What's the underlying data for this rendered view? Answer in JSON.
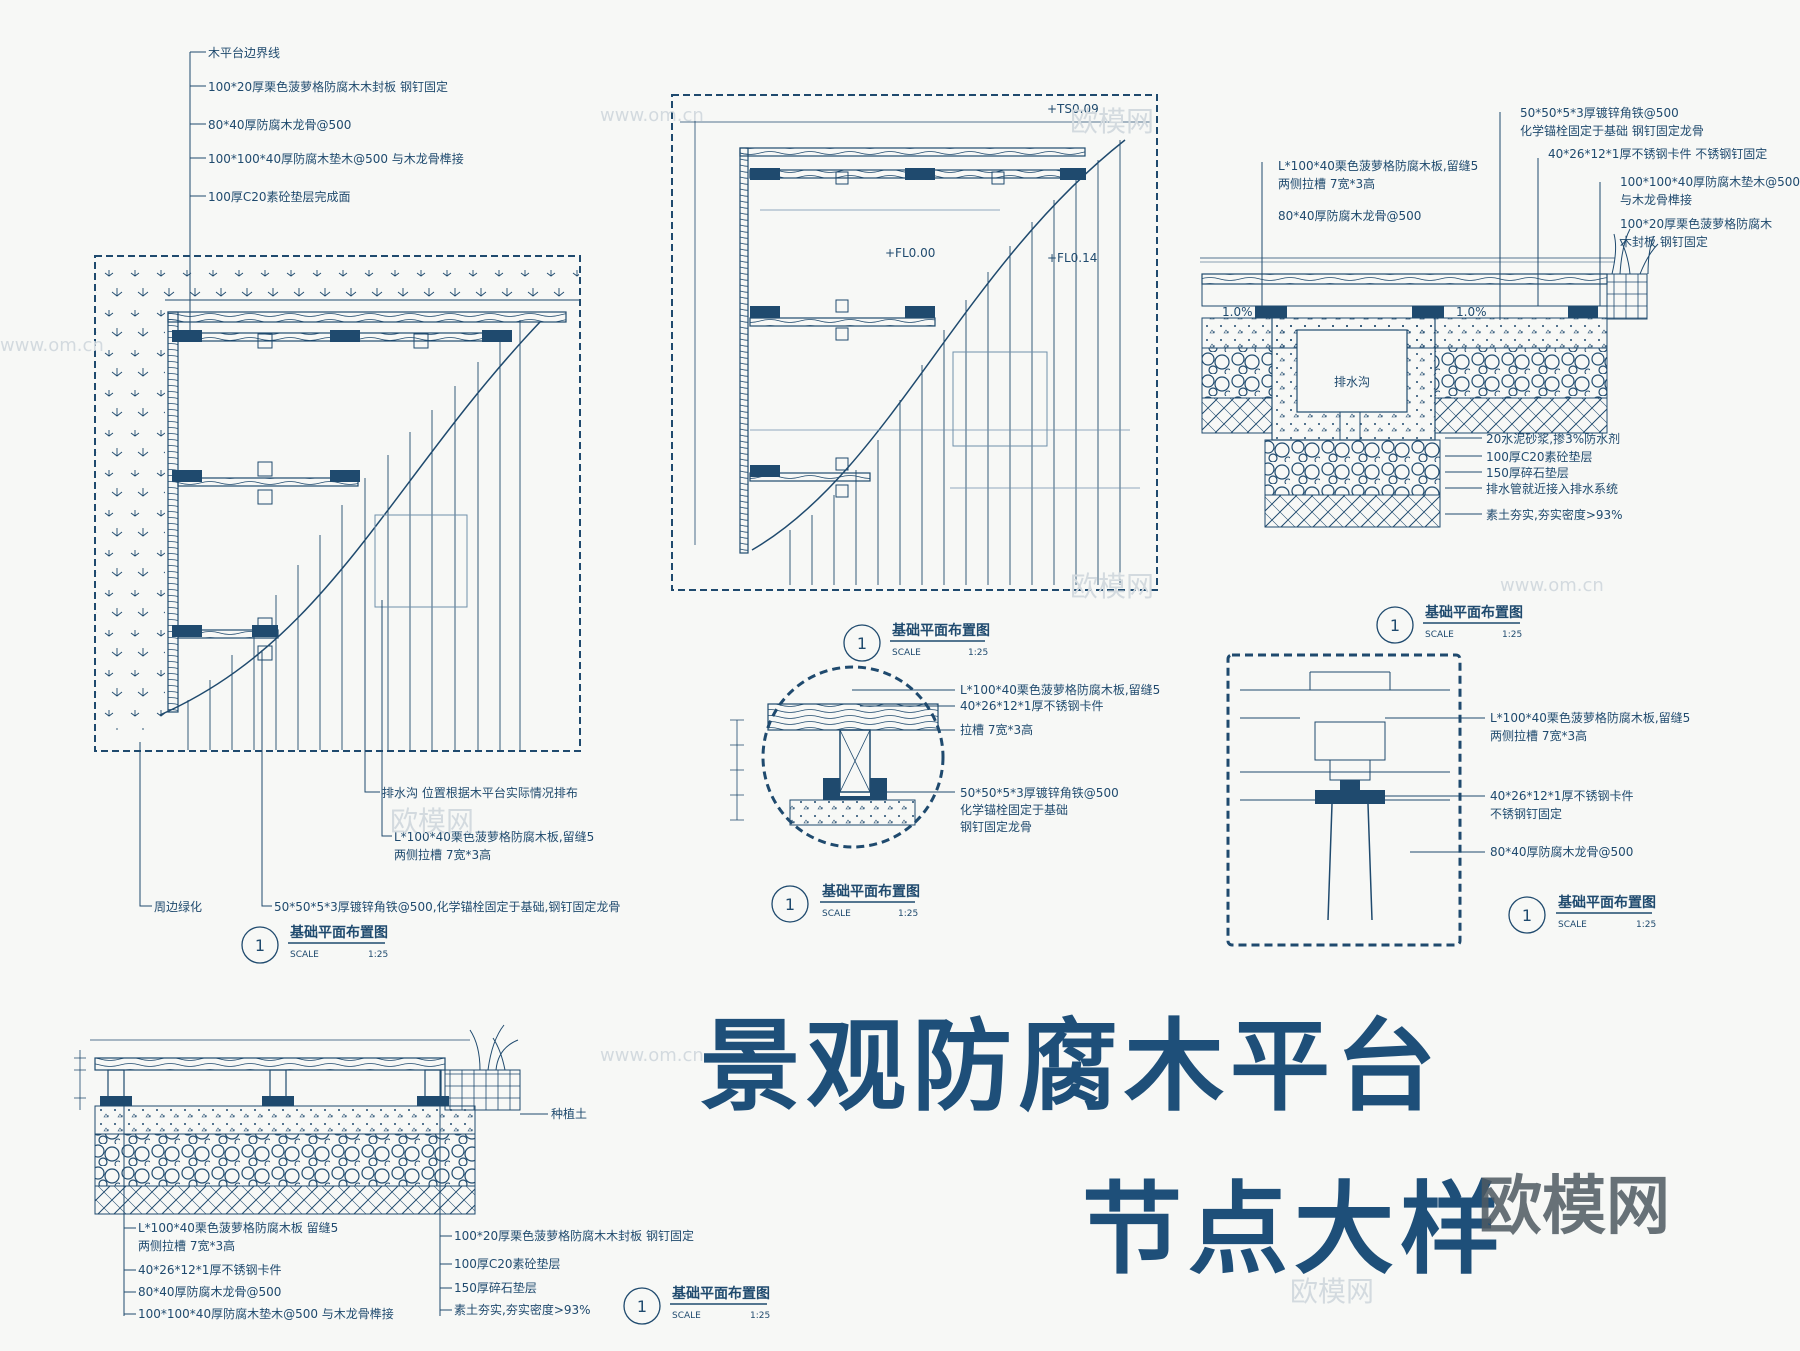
{
  "colors": {
    "line": "#1f4a6e",
    "light_line": "#6f8fab",
    "title": "#1e4f79",
    "background": "#f7f8f6",
    "watermark": "#d3dadf"
  },
  "watermarks": {
    "site": "www.om.cn",
    "brand": "欧模网"
  },
  "title": {
    "line1": "景观防腐木平台",
    "line2": "节点大样"
  },
  "plan1": {
    "callouts": [
      "木平台边界线",
      "100*20厚栗色菠萝格防腐木木封板 钢钉固定",
      "80*40厚防腐木龙骨@500",
      "100*100*40厚防腐木垫木@500 与木龙骨榫接",
      "100厚C20素砼垫层完成面"
    ],
    "bottom_callouts": [
      "排水沟 位置根据木平台实际情况排布",
      "L*100*40栗色菠萝格防腐木板,留缝5",
      "两侧拉槽 7宽*3高",
      "周边绿化",
      "50*50*5*3厚镀锌角铁@500,化学锚栓固定于基础,钢钉固定龙骨"
    ],
    "caption": {
      "number": "1",
      "name": "基础平面布置图",
      "scale_label": "SCALE",
      "scale": "1:25"
    }
  },
  "plan2": {
    "elevations": [
      "+TS0.09",
      "+FL0.00",
      "+FL0.14"
    ],
    "caption": {
      "number": "1",
      "name": "基础平面布置图",
      "scale_label": "SCALE",
      "scale": "1:25"
    }
  },
  "section_right": {
    "callouts": [
      "50*50*5*3厚镀锌角铁@500",
      "化学锚栓固定于基础 钢钉固定龙骨",
      "L*100*40栗色菠萝格防腐木板,留缝5",
      "两侧拉槽 7宽*3高",
      "40*26*12*1厚不锈钢卡件 不锈钢钉固定",
      "80*40厚防腐木龙骨@500",
      "100*100*40厚防腐木垫木@500",
      "与木龙骨榫接",
      "100*20厚栗色菠萝格防腐木",
      "木封板 钢钉固定"
    ],
    "slopes": [
      "1.0%",
      "1.0%"
    ],
    "drain_label": "排水沟",
    "bottom_callouts": [
      "20水泥砂浆,掺3%防水剂",
      "100厚C20素砼垫层",
      "150厚碎石垫层",
      "排水管就近接入排水系统",
      "素土夯实,夯实密度>93%"
    ],
    "caption": {
      "number": "1",
      "name": "基础平面布置图",
      "scale_label": "SCALE",
      "scale": "1:25"
    }
  },
  "detail_circle": {
    "callouts": [
      "L*100*40栗色菠萝格防腐木板,留缝5",
      "40*26*12*1厚不锈钢卡件",
      "拉槽 7宽*3高",
      "50*50*5*3厚镀锌角铁@500",
      "化学锚栓固定于基础",
      "钢钉固定龙骨"
    ],
    "caption": {
      "number": "1",
      "name": "基础平面布置图",
      "scale_label": "SCALE",
      "scale": "1:25"
    }
  },
  "detail_box": {
    "callouts": [
      "L*100*40栗色菠萝格防腐木板,留缝5",
      "两侧拉槽 7宽*3高",
      "40*26*12*1厚不锈钢卡件",
      "不锈钢钉固定",
      "80*40厚防腐木龙骨@500"
    ],
    "caption": {
      "number": "1",
      "name": "基础平面布置图",
      "scale_label": "SCALE",
      "scale": "1:25"
    }
  },
  "section_bottom": {
    "soil_label": "种植土",
    "callouts_left": [
      "L*100*40栗色菠萝格防腐木板 留缝5",
      "两侧拉槽 7宽*3高",
      "40*26*12*1厚不锈钢卡件",
      "80*40厚防腐木龙骨@500",
      "100*100*40厚防腐木垫木@500 与木龙骨榫接"
    ],
    "callouts_right": [
      "100*20厚栗色菠萝格防腐木木封板 钢钉固定",
      "100厚C20素砼垫层",
      "150厚碎石垫层",
      "素土夯实,夯实密度>93%"
    ],
    "caption": {
      "number": "1",
      "name": "基础平面布置图",
      "scale_label": "SCALE",
      "scale": "1:25"
    }
  }
}
